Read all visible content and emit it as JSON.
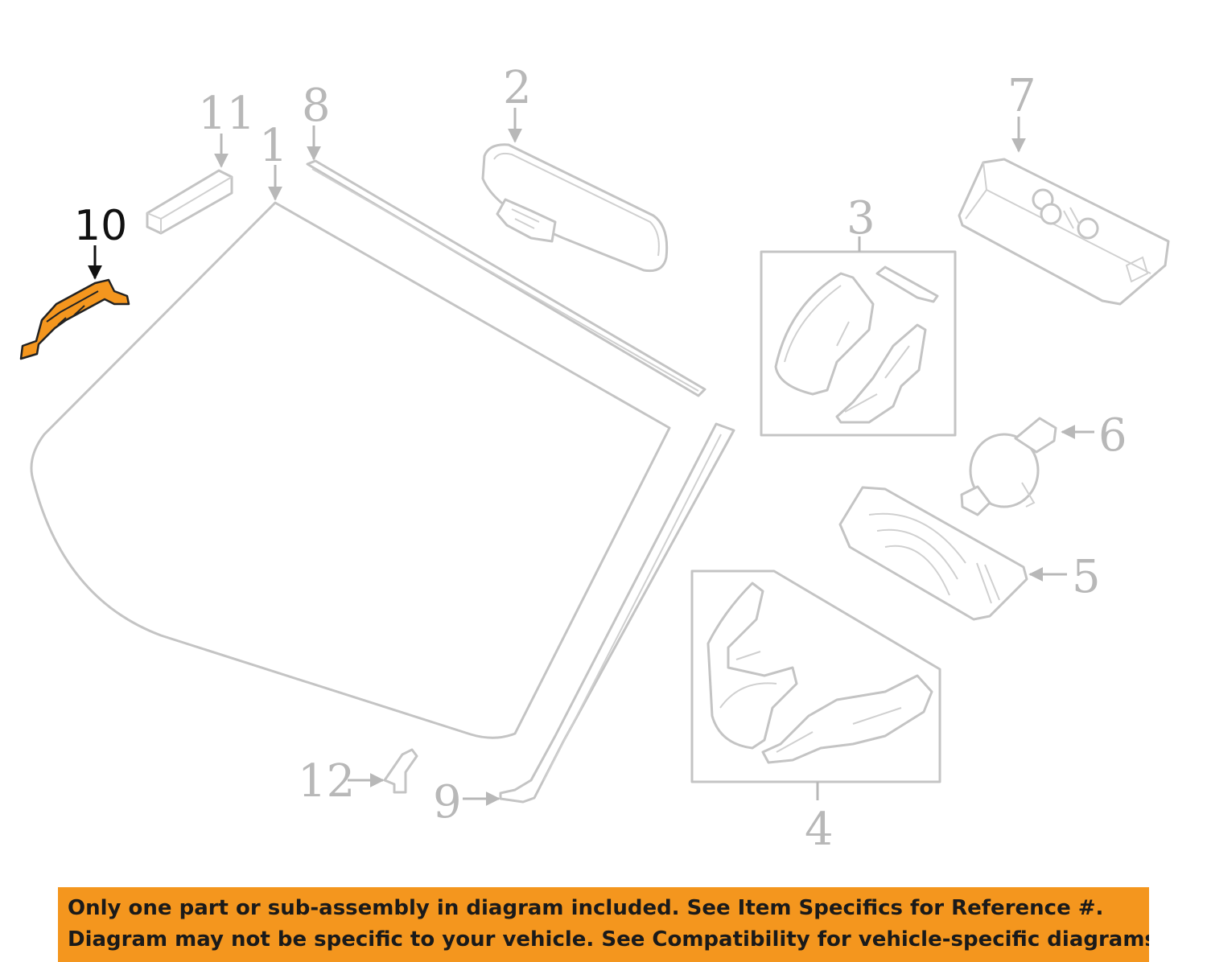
{
  "diagram": {
    "highlight_color": "#f4961e",
    "highlighted_part": "10",
    "callouts": {
      "c1": "1",
      "c2": "2",
      "c3": "3",
      "c4": "4",
      "c5": "5",
      "c6": "6",
      "c7": "7",
      "c8": "8",
      "c9": "9",
      "c10": "10",
      "c11": "11",
      "c12": "12"
    }
  },
  "banner": {
    "background": "#f4961e",
    "line1": "Only one part or sub-assembly in diagram included. See Item Specifics for Reference #.",
    "line2": "Diagram may not be specific to your vehicle. See Compatibility for vehicle-specific diagrams."
  }
}
